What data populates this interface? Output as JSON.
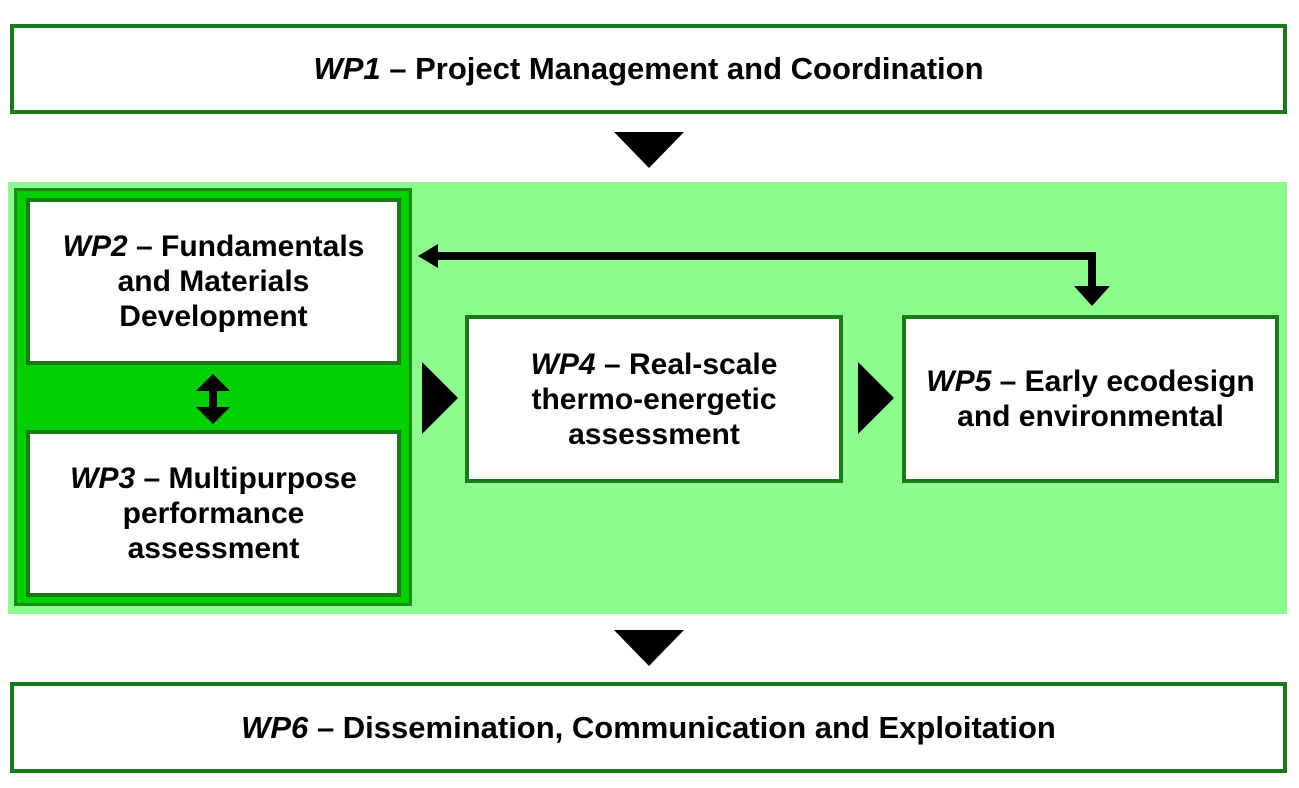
{
  "colors": {
    "border": "#1a7a1a",
    "group_bg": "#8cfc8c",
    "subgroup_bg": "#00d000",
    "arrow": "#000000"
  },
  "wp1": {
    "code": "WP1",
    "title": "– Project Management and Coordination"
  },
  "wp2": {
    "code": "WP2",
    "title": "– Fundamentals and Materials Development"
  },
  "wp3": {
    "code": "WP3",
    "title": "– Multipurpose performance assessment"
  },
  "wp4": {
    "code": "WP4",
    "title": "– Real-scale thermo-energetic assessment"
  },
  "wp5": {
    "code": "WP5",
    "title": "– Early ecodesign and environmental"
  },
  "wp6": {
    "code": "WP6",
    "title": "– Dissemination, Communication and Exploitation"
  }
}
